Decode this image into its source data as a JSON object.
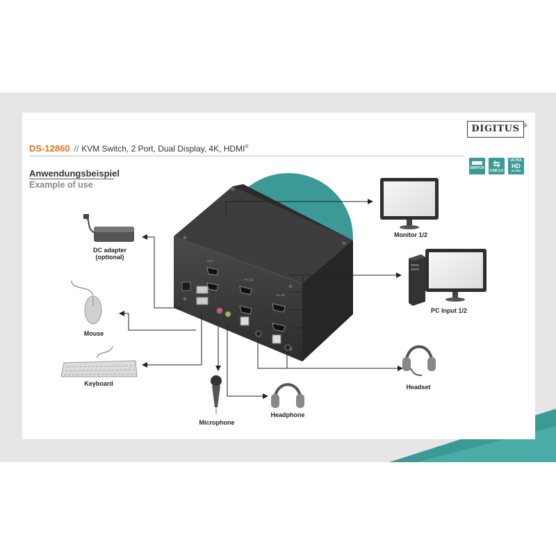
{
  "brand": {
    "logo": "DIGITUS",
    "reg": "®"
  },
  "header": {
    "model": "DS-12860",
    "separator": "//",
    "title": "KVM Switch, 2 Port, Dual Display, 4K, HDMI",
    "title_reg": "®"
  },
  "badges": [
    {
      "main": "SWITCH",
      "sub": ""
    },
    {
      "main": "⇆",
      "sub": "USB 2.0"
    },
    {
      "main": "ULTRA",
      "sub": "HD",
      "tiny": "4K 30Hz"
    }
  ],
  "section": {
    "title": "Anwendungsbeispiel",
    "subtitle": "Example of use"
  },
  "device": {
    "port_labels": [
      "OUT",
      "PC 1/2",
      "PC 2/2"
    ]
  },
  "labels": {
    "dc_adapter": "DC adapter",
    "dc_adapter_note": "(optional)",
    "mouse": "Mouse",
    "keyboard": "Keyboard",
    "microphone": "Microphone",
    "headphone": "Headphone",
    "headset": "Headset",
    "monitor": "Monitor 1/2",
    "pc_input": "PC Input 1/2"
  },
  "colors": {
    "accent": "#e0731c",
    "teal": "#3c9a96",
    "band": "#e6e6e7",
    "device": "#3a3a3a"
  },
  "icons": [
    "dc-adapter-icon",
    "mouse-icon",
    "keyboard-icon",
    "microphone-icon",
    "headphone-icon",
    "headset-icon",
    "monitor-icon",
    "pc-tower-icon",
    "kvm-switch-icon"
  ]
}
